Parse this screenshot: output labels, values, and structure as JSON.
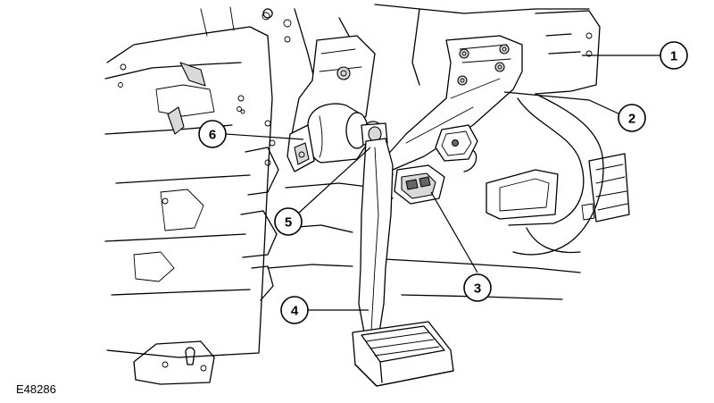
{
  "figure_ref": "E48286",
  "callouts": [
    {
      "label": "1"
    },
    {
      "label": "2"
    },
    {
      "label": "3"
    },
    {
      "label": "4"
    },
    {
      "label": "5"
    },
    {
      "label": "6"
    }
  ]
}
